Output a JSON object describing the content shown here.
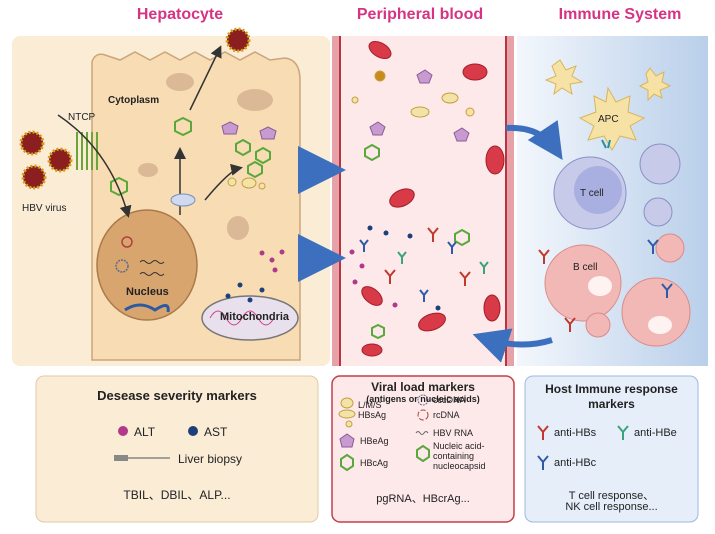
{
  "headers": {
    "hepatocyte": "Hepatocyte",
    "peripheral_blood": "Peripheral blood",
    "immune_system": "Immune System"
  },
  "diagram_labels": {
    "ntcp": "NTCP",
    "cytoplasm": "Cytoplasm",
    "hbv_virus": "HBV virus",
    "nucleus": "Nucleus",
    "mitochondria": "Mitochondria",
    "apc": "APC",
    "t_cell": "T cell",
    "b_cell": "B cell"
  },
  "severity_box": {
    "title": "Desease severity markers",
    "alt": "ALT",
    "ast": "AST",
    "biopsy": "Liver biopsy",
    "others": "TBIL、DBIL、ALP..."
  },
  "viral_box": {
    "title": "Viral load markers",
    "subtitle": "(antigens or nucleic acids)",
    "hbsag_line1": "L/M/S",
    "hbsag_line2": "HBsAg",
    "hbeag": "HBeAg",
    "hbcag": "HBcAg",
    "cccdna": "cccDNA",
    "rcdna": "rcDNA",
    "hbvrna": "HBV RNA",
    "nucleo_line1": "Nucleic acid-",
    "nucleo_line2": "containing",
    "nucleo_line3": "nucleocapsid",
    "others": "pgRNA、HBcrAg..."
  },
  "immune_box": {
    "title_line1": "Host Immune response",
    "title_line2": "markers",
    "anti_hbs": "anti-HBs",
    "anti_hbe": "anti-HBe",
    "anti_hbc": "anti-HBc",
    "others_line1": "T cell response、",
    "others_line2": "NK cell response..."
  },
  "colors": {
    "header": "#d63384",
    "alt_dot": "#b0398c",
    "ast_dot": "#1e3f7a",
    "hepatocyte_bg": "#fbecd6",
    "blood_bg": "#fde8ea",
    "immune_bg": "#cfdff2",
    "arrow": "#3d6fbf"
  }
}
